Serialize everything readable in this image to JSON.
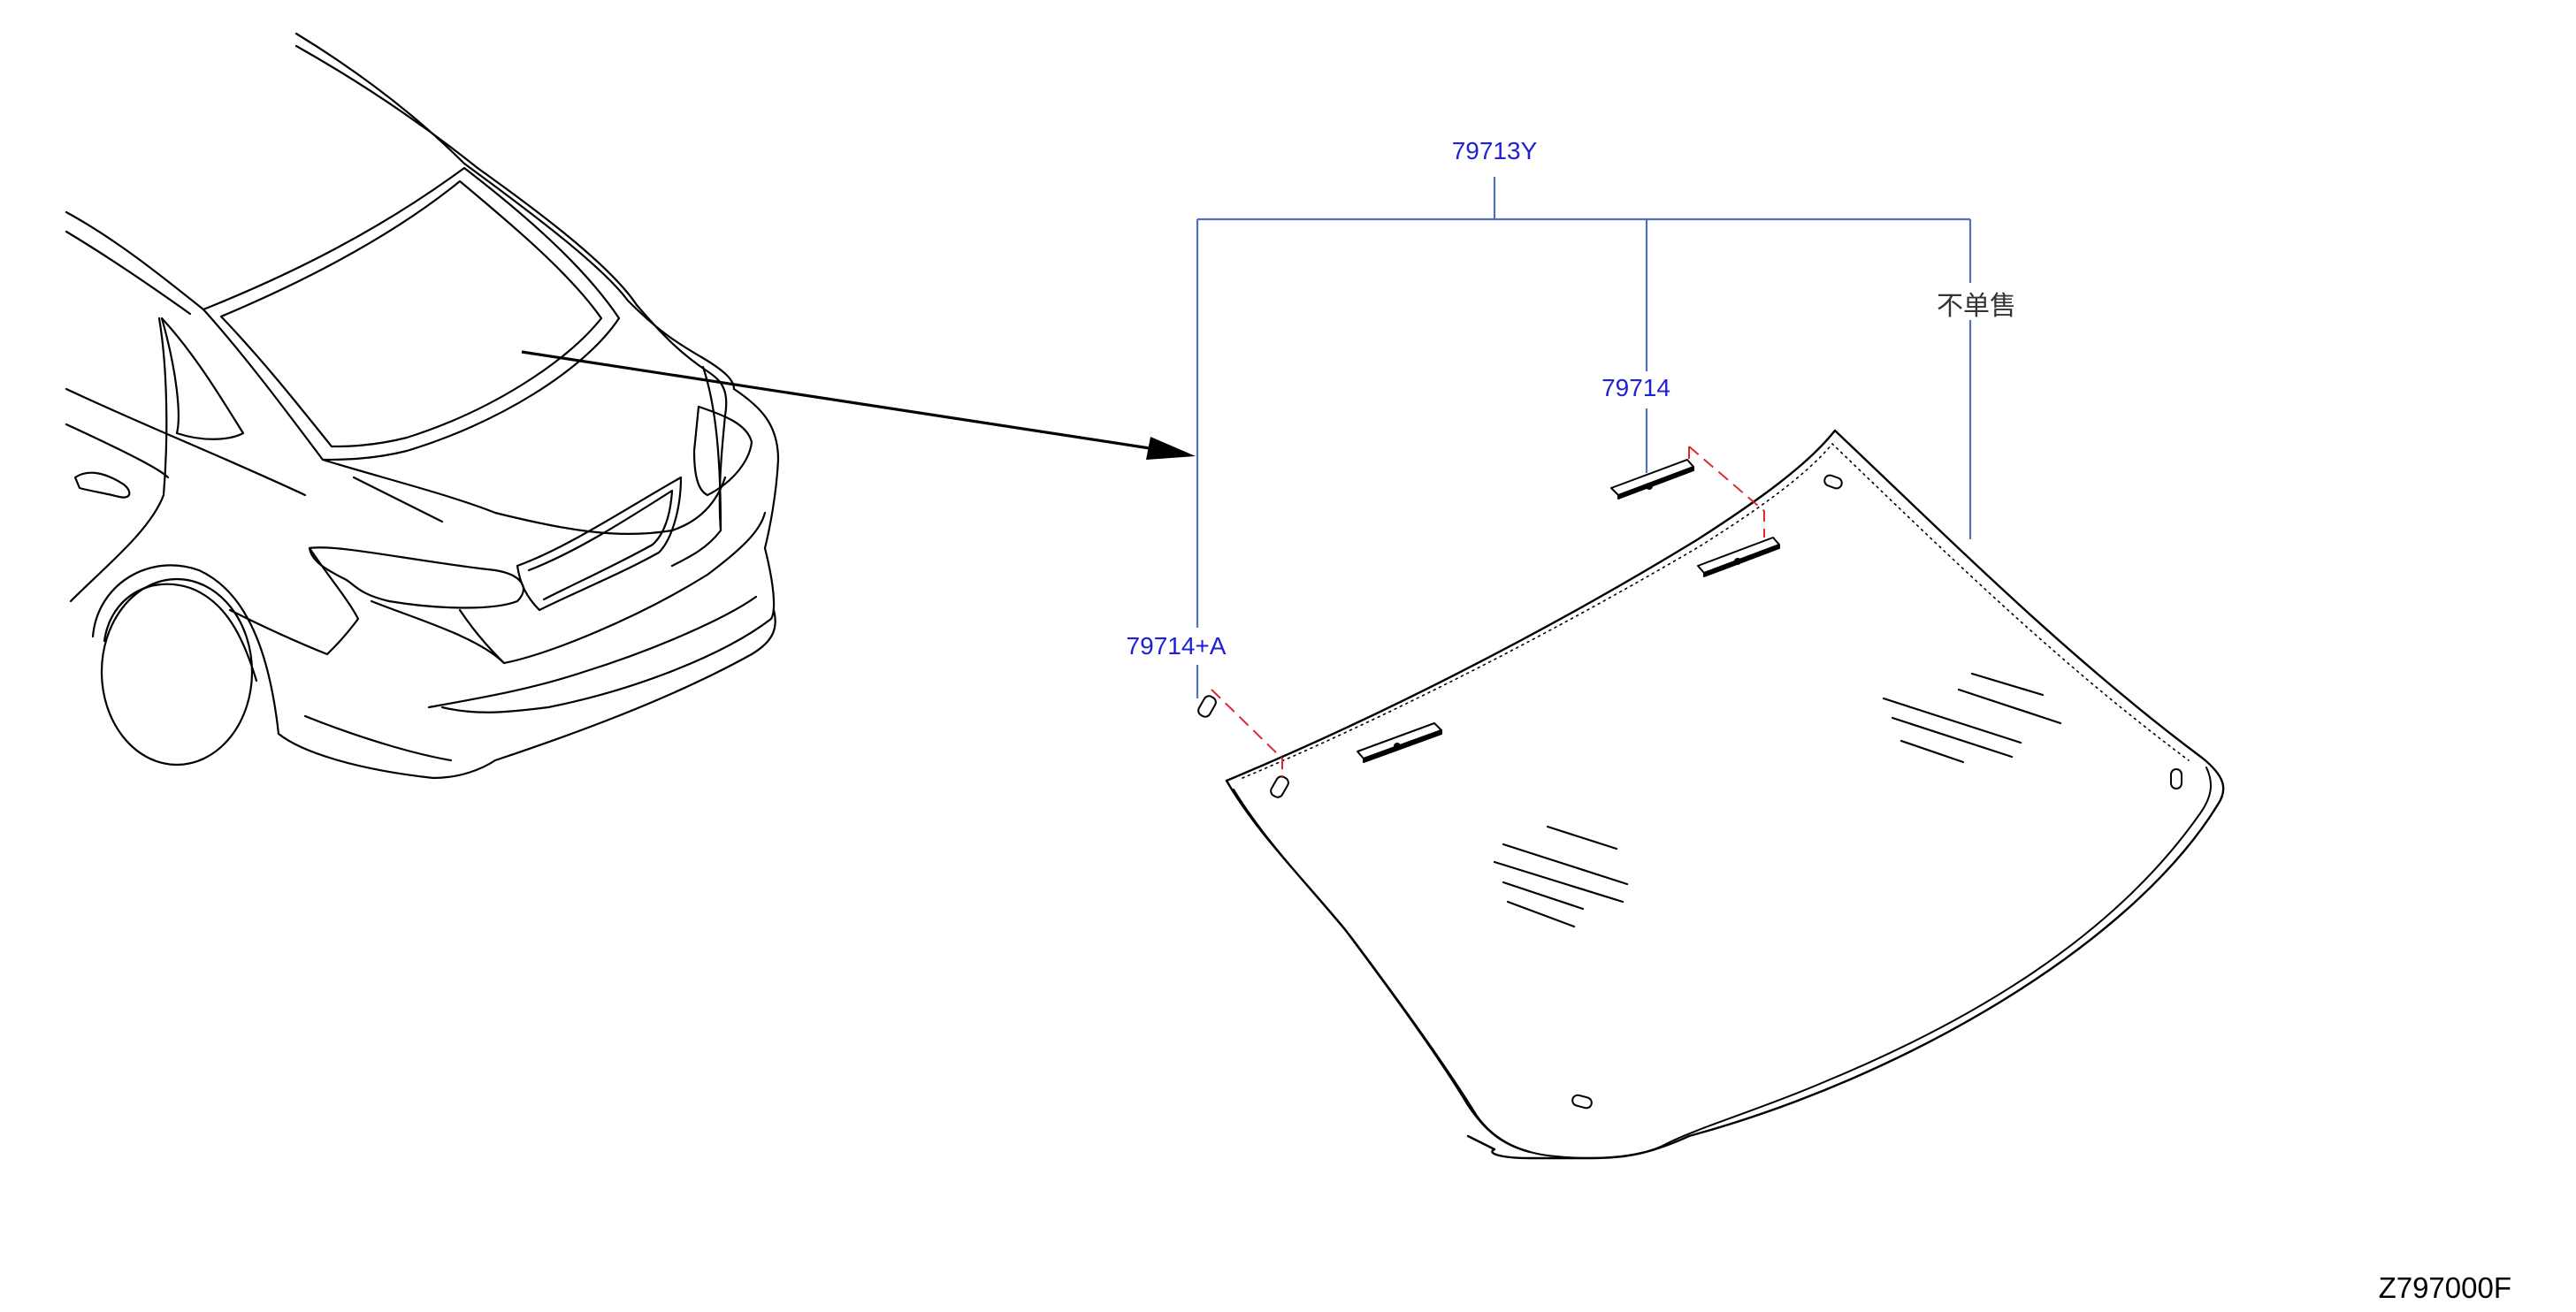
{
  "colors": {
    "label": "#1f1fd6",
    "leader": "#4f72b8",
    "outline": "#000000",
    "dashed": "#e0282a",
    "note": "#333333"
  },
  "labels": {
    "assembly": "79713Y",
    "moulding_clip": "79714",
    "moulding_clip_a": "79714+A",
    "not_sold_separately": "不单售"
  },
  "diagram_code": "Z797000F"
}
